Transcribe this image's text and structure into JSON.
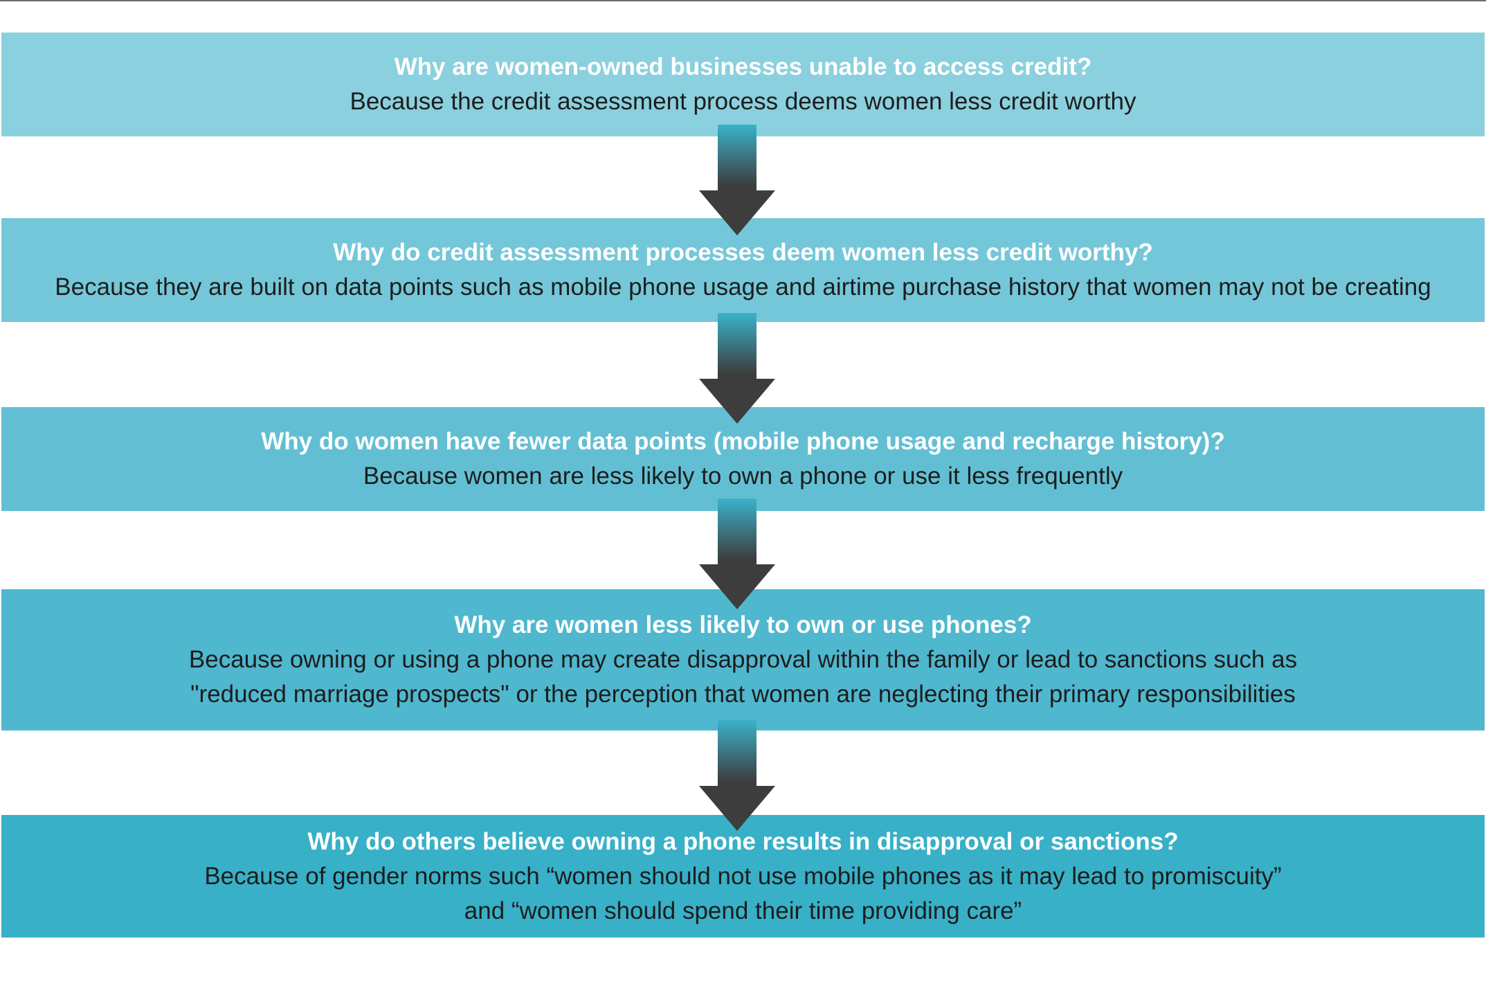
{
  "steps": [
    {
      "question": "Why are women-owned businesses unable to access credit?",
      "answer": "Because the credit assessment process deems women less credit worthy",
      "color": "#8bd0de"
    },
    {
      "question": "Why do credit assessment processes deem women less credit worthy?",
      "answer": "Because they are built on data points such as mobile phone usage and airtime purchase history that women may not be creating",
      "color": "#74c7d9"
    },
    {
      "question": "Why do women have fewer data points (mobile phone usage and recharge history)?",
      "answer": "Because women are less likely to own a phone or use it less frequently",
      "color": "#62bfd3"
    },
    {
      "question": "Why are women less likely to own or use phones?",
      "answer": "Because owning or using a phone may create disapproval within the family or lead to sanctions such as\n\"reduced marriage prospects\" or the perception that women are neglecting their primary responsibilities",
      "color": "#4fb7ce"
    },
    {
      "question": "Why do others believe owning a phone results in disapproval or sanctions?",
      "answer": "Because of gender norms such “women should not use mobile phones as it may lead to promiscuity”\nand “women should spend their time providing care”",
      "color": "#38b0c7"
    }
  ],
  "arrow_colors": {
    "top": "#3ab3cb",
    "bottom": "#3d3d3d"
  }
}
